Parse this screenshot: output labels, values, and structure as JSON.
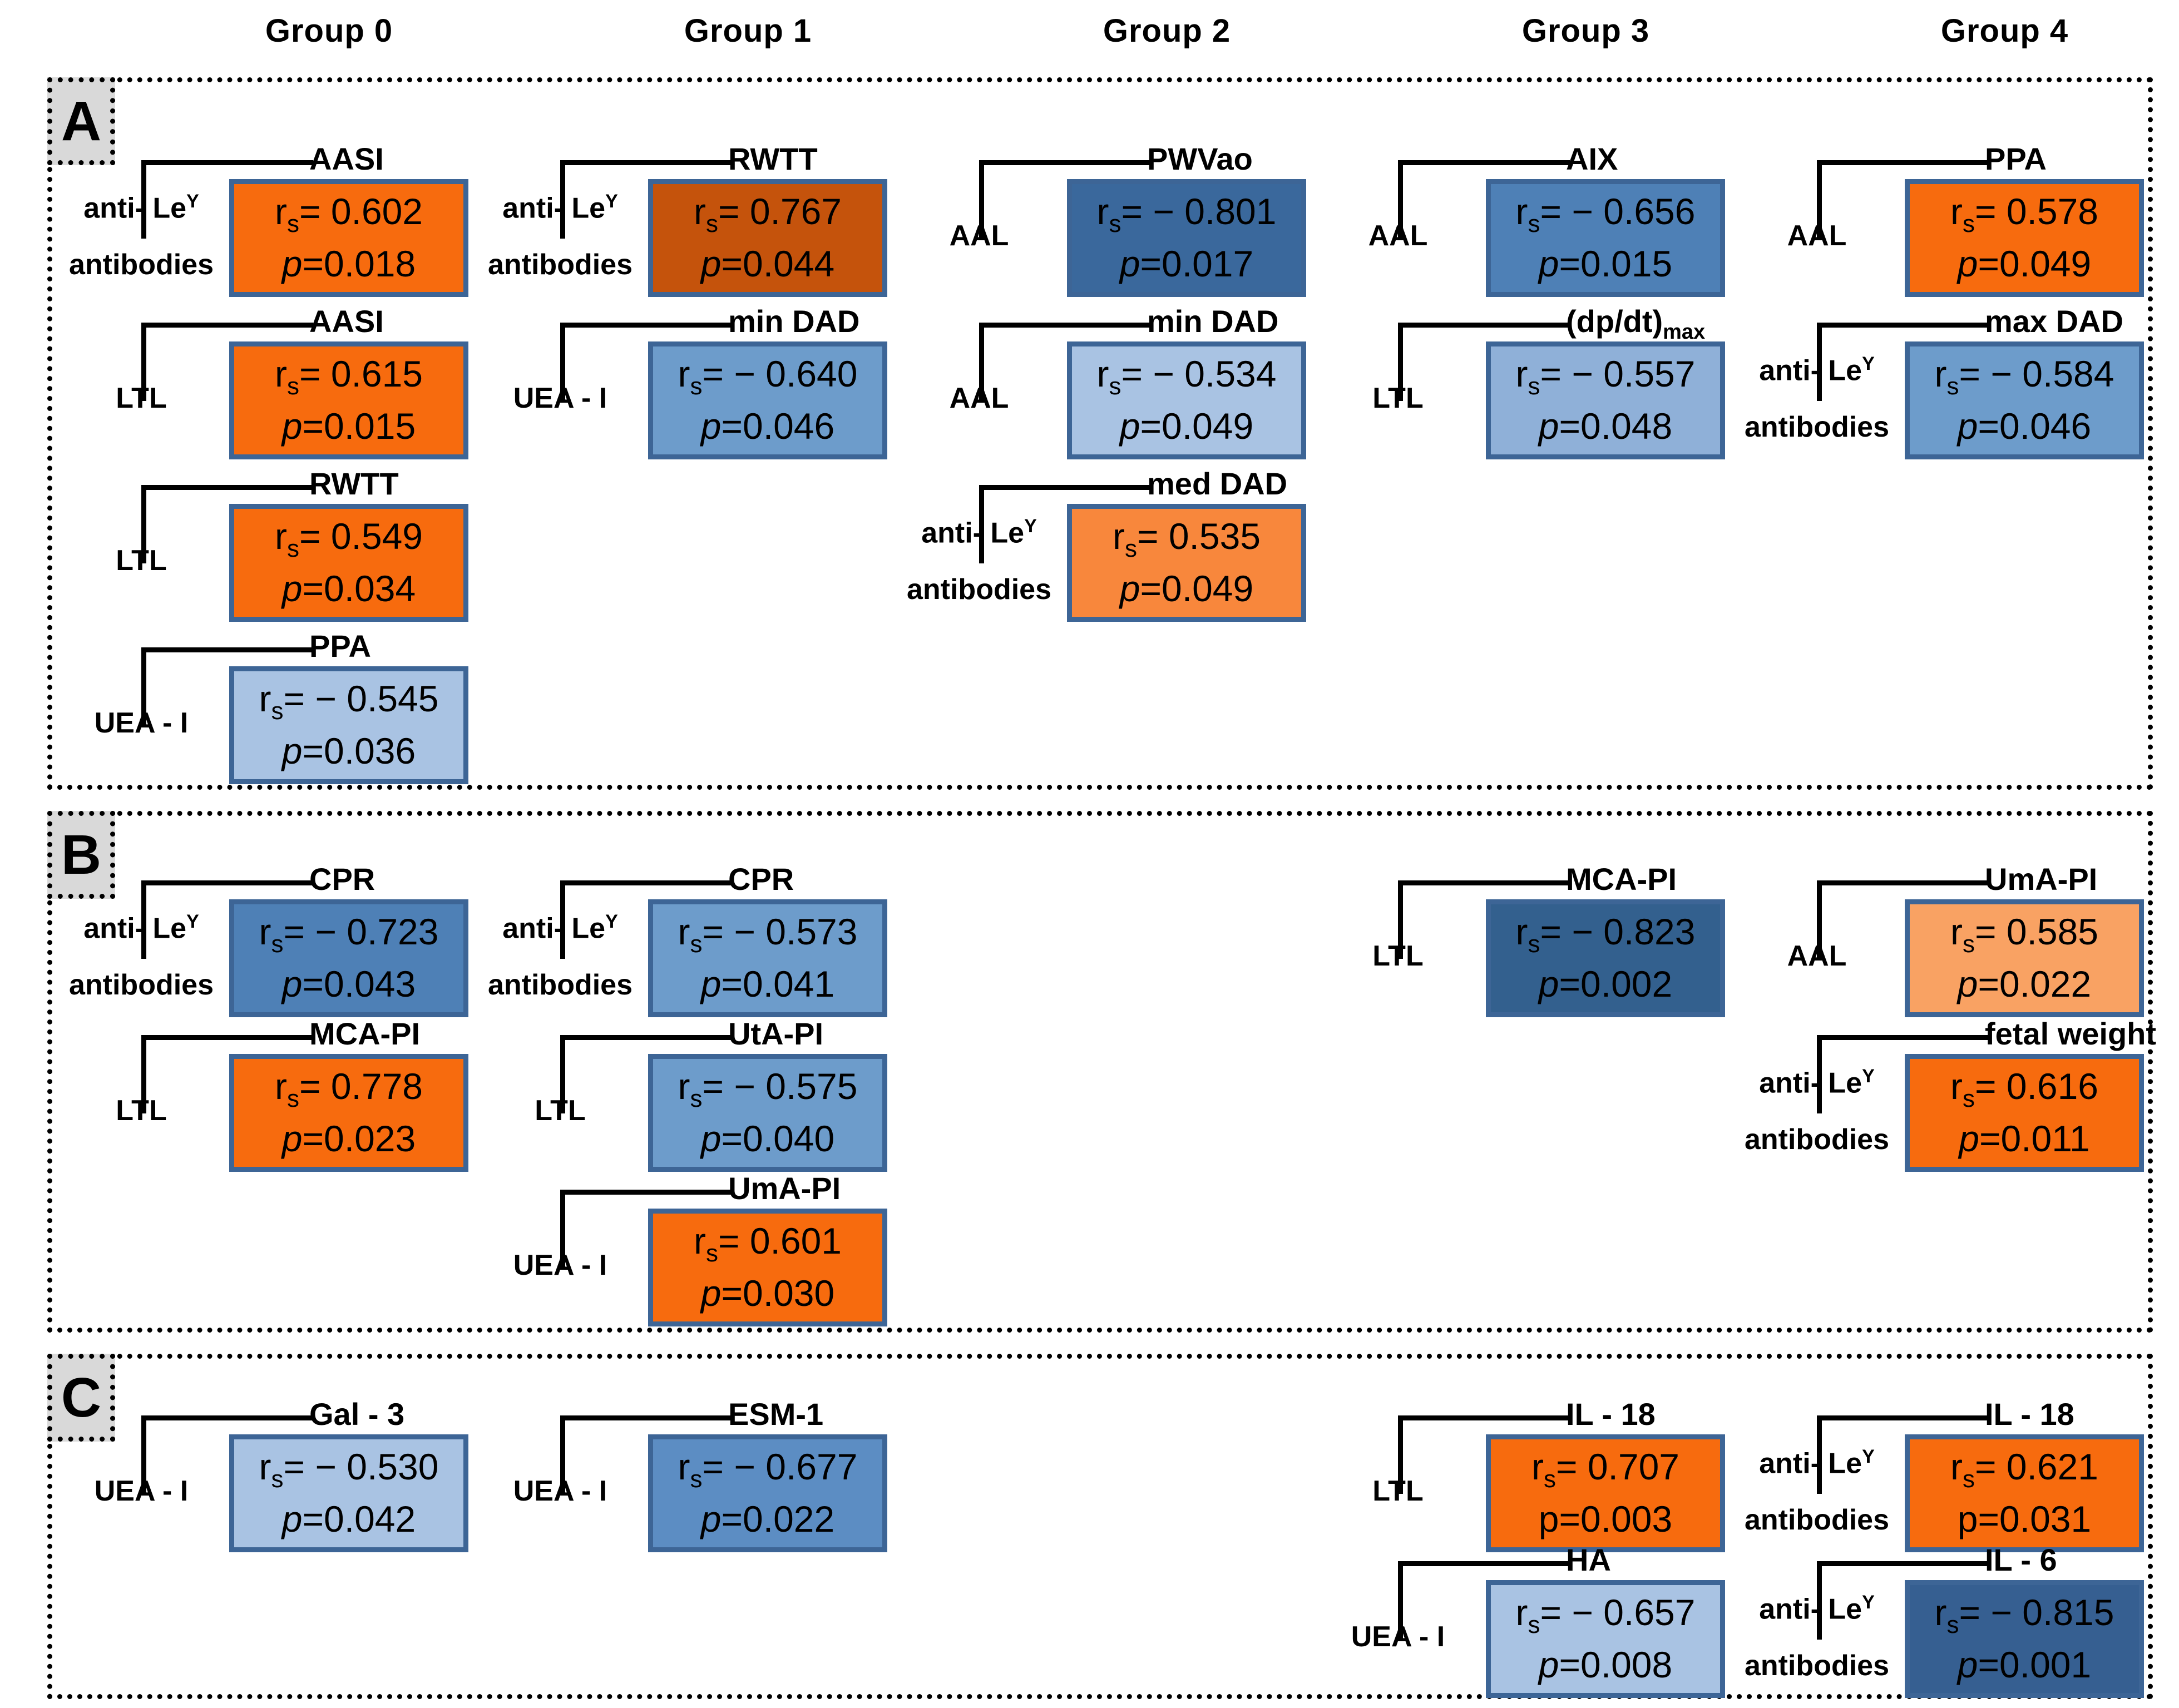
{
  "figure_title": "Correlation summary figure",
  "group_headers": [
    "Group 0",
    "Group 1",
    "Group 2",
    "Group 3",
    "Group 4"
  ],
  "labels": {
    "r_prefix": "r",
    "r_sub": "s",
    "p_prefix": "p"
  },
  "colors": {
    "box_border": "#3D6596",
    "panel_border": "#000000",
    "panel_label_bg": "#D9D9D9",
    "orange_vivid": "#F76B0E",
    "orange_dark": "#C5530C",
    "orange_soft": "#F8873C",
    "orange_light": "#F9A263",
    "blue_light": "#A9C3E3",
    "blue_light_med": "#8FB0D8",
    "blue_med": "#6D9CCB",
    "blue_med_dark": "#4E80B6",
    "blue_esm": "#5C8DC3",
    "blue_dark": "#3A689C",
    "blue_darker": "#33608E",
    "blue_il6": "#365F91"
  },
  "panels": [
    {
      "label": "A",
      "columns": [
        [
          {
            "variable": "AASI",
            "source": [
              "anti- Le^Y",
              "antibodies"
            ],
            "r": "= 0.602",
            "p": "=0.018",
            "color": "#F76B0E"
          },
          {
            "variable": "AASI",
            "source": [
              "LTL"
            ],
            "r": "= 0.615",
            "p": "=0.015",
            "color": "#F76B0E"
          },
          {
            "variable": "RWTT",
            "source": [
              "LTL"
            ],
            "r": "= 0.549",
            "p": "=0.034",
            "color": "#F76B0E"
          },
          {
            "variable": "PPA",
            "source": [
              "UEA - I"
            ],
            "r": "= − 0.545",
            "p": "=0.036",
            "color": "#A9C3E3"
          }
        ],
        [
          {
            "variable": "RWTT",
            "source": [
              "anti- Le^Y",
              "antibodies"
            ],
            "r": "= 0.767",
            "p": "=0.044",
            "color": "#C5530C"
          },
          {
            "variable": "min DAD",
            "source": [
              "UEA - I"
            ],
            "r": "= − 0.640",
            "p": "=0.046",
            "color": "#6D9CCB"
          }
        ],
        [
          {
            "variable": "PWVao",
            "source": [
              "AAL"
            ],
            "r": "= − 0.801",
            "p": "=0.017",
            "color": "#3A689C"
          },
          {
            "variable": "min DAD",
            "source": [
              "AAL"
            ],
            "r": "= − 0.534",
            "p": "=0.049",
            "color": "#A9C3E3"
          },
          {
            "variable": "med DAD",
            "source": [
              "anti- Le^Y",
              "antibodies"
            ],
            "r": "= 0.535",
            "p": "=0.049",
            "color": "#F8873C"
          }
        ],
        [
          {
            "variable": "AIX",
            "source": [
              "AAL"
            ],
            "r": "= − 0.656",
            "p": "=0.015",
            "color": "#4E80B6"
          },
          {
            "variable": "(dp/dt)",
            "variable_sub": "max",
            "source": [
              "LTL"
            ],
            "r": "= − 0.557",
            "p": "=0.048",
            "color": "#8FB0D8"
          }
        ],
        [
          {
            "variable": "PPA",
            "source": [
              "AAL"
            ],
            "r": "= 0.578",
            "p": "=0.049",
            "color": "#F76B0E"
          },
          {
            "variable": "max DAD",
            "source": [
              "anti- Le^Y",
              "antibodies"
            ],
            "r": "= − 0.584",
            "p": "=0.046",
            "color": "#6D9CCB"
          }
        ]
      ]
    },
    {
      "label": "B",
      "columns": [
        [
          {
            "variable": "CPR",
            "source": [
              "anti- Le^Y",
              "antibodies"
            ],
            "r": "= − 0.723",
            "p": "=0.043",
            "color": "#4E80B6"
          },
          {
            "variable": "MCA-PI",
            "source": [
              "LTL"
            ],
            "r": "= 0.778",
            "p": "=0.023",
            "color": "#F76B0E"
          }
        ],
        [
          {
            "variable": "CPR",
            "source": [
              "anti- Le^Y",
              "antibodies"
            ],
            "r": "= − 0.573",
            "p": "=0.041",
            "color": "#6D9CCB"
          },
          {
            "variable": "UtA-PI",
            "source": [
              "LTL"
            ],
            "r": "= − 0.575",
            "p": "=0.040",
            "color": "#6D9CCB"
          },
          {
            "variable": "UmA-PI",
            "source": [
              "UEA - I"
            ],
            "r": "= 0.601",
            "p": "=0.030",
            "color": "#F76B0E"
          }
        ],
        [],
        [
          {
            "variable": "MCA-PI",
            "source": [
              "LTL"
            ],
            "r": "= − 0.823",
            "p": "=0.002",
            "color": "#33608E"
          }
        ],
        [
          {
            "variable": "UmA-PI",
            "source": [
              "AAL"
            ],
            "r": "= 0.585",
            "p": "=0.022",
            "color": "#F9A263"
          },
          {
            "variable": "fetal weight",
            "source": [
              "anti- Le^Y",
              "antibodies"
            ],
            "r": "= 0.616",
            "p": "=0.011",
            "color": "#F76B0E"
          }
        ]
      ]
    },
    {
      "label": "C",
      "columns": [
        [
          {
            "variable": "Gal - 3",
            "source": [
              "UEA - I"
            ],
            "r": "= − 0.530",
            "p": "=0.042",
            "color": "#A9C3E3"
          }
        ],
        [
          {
            "variable": "ESM-1",
            "source": [
              "UEA - I"
            ],
            "r": "= − 0.677",
            "p": "=0.022",
            "color": "#5C8DC3"
          }
        ],
        [],
        [
          {
            "variable": "IL - 18",
            "source": [
              "LTL"
            ],
            "r": "= 0.707",
            "p": "=0.003",
            "color": "#F76B0E",
            "p_upright": true
          },
          {
            "variable": "HA",
            "source": [
              "UEA - I"
            ],
            "r": "= − 0.657",
            "p": "=0.008",
            "color": "#A9C3E3"
          }
        ],
        [
          {
            "variable": "IL - 18",
            "source": [
              "anti- Le^Y",
              "antibodies"
            ],
            "r": "= 0.621",
            "p": "=0.031",
            "color": "#F76B0E",
            "p_upright": true
          },
          {
            "variable": "IL - 6",
            "source": [
              "anti- Le^Y",
              "antibodies"
            ],
            "r": "= − 0.815",
            "p": "=0.001",
            "color": "#365F91"
          }
        ]
      ]
    }
  ]
}
